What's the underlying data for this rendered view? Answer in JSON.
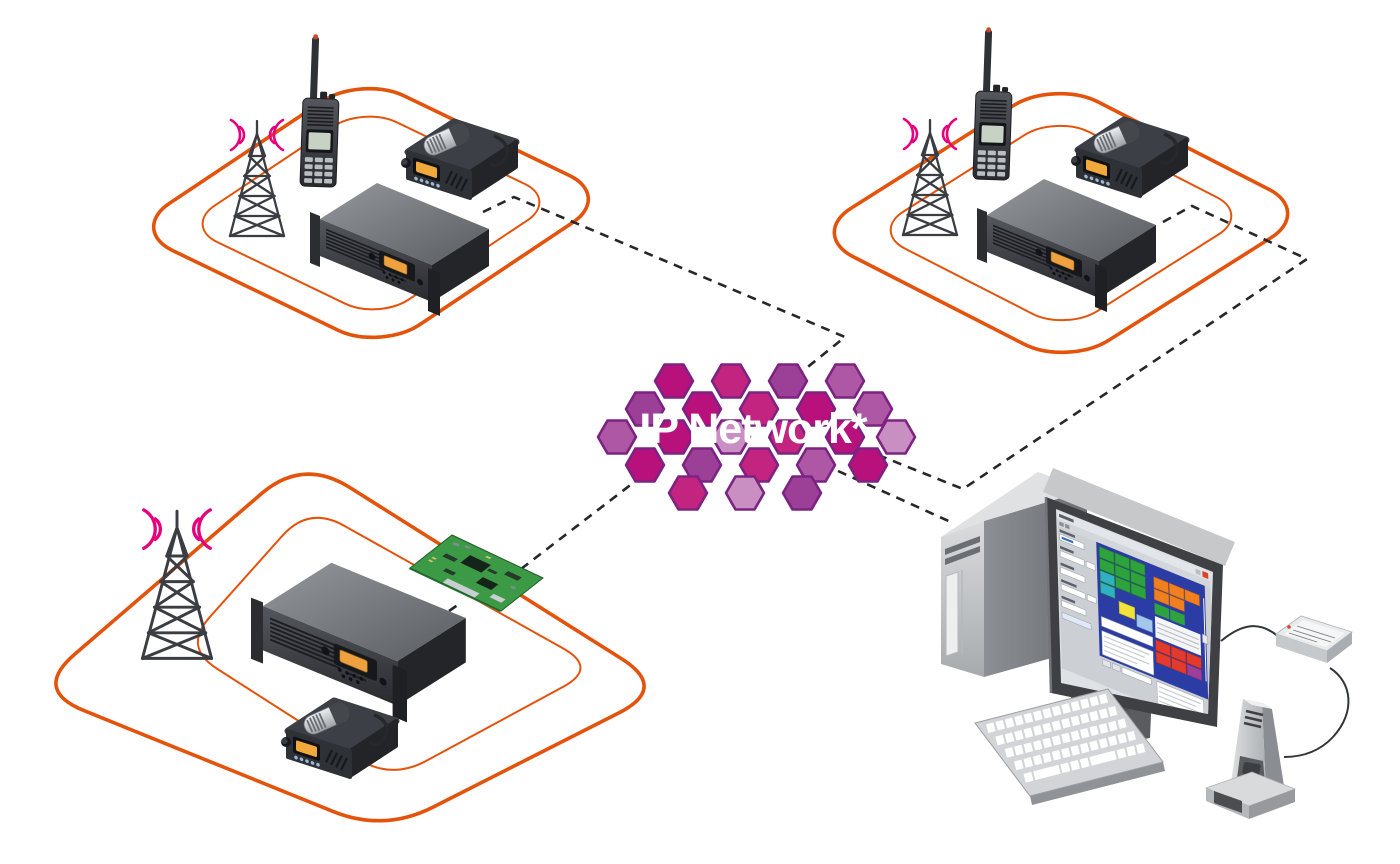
{
  "diagram": {
    "network_label": "IP Network*",
    "sites": [
      {
        "name": "radio-site-top-left",
        "equipment": [
          "antenna-tower",
          "handheld-radio",
          "mobile-radio",
          "repeater"
        ]
      },
      {
        "name": "radio-site-top-right",
        "equipment": [
          "antenna-tower",
          "handheld-radio",
          "mobile-radio",
          "repeater"
        ]
      },
      {
        "name": "radio-site-bottom-left",
        "equipment": [
          "antenna-tower",
          "repeater",
          "network-interface-card",
          "mobile-radio"
        ]
      }
    ],
    "dispatch_station": {
      "equipment": [
        "pc-tower",
        "monitor",
        "dispatch-software-screen",
        "keyboard",
        "desktop-microphone",
        "interface-box"
      ]
    },
    "connections": [
      {
        "from": "radio-site-top-left",
        "to": "ip-network",
        "style": "dashed"
      },
      {
        "from": "radio-site-top-right",
        "to": "ip-network",
        "style": "dashed"
      },
      {
        "from": "radio-site-bottom-left",
        "to": "ip-network",
        "style": "dashed"
      },
      {
        "from": "ip-network",
        "to": "dispatch-station",
        "style": "dashed"
      }
    ],
    "colors": {
      "site_outline": "#e4530b",
      "radio_wave": "#e5007d",
      "cloud_dark": "#b8117b",
      "cloud_outline": "#7c2382",
      "dashed_line": "#26272b",
      "label_text": "#ffffff"
    }
  }
}
